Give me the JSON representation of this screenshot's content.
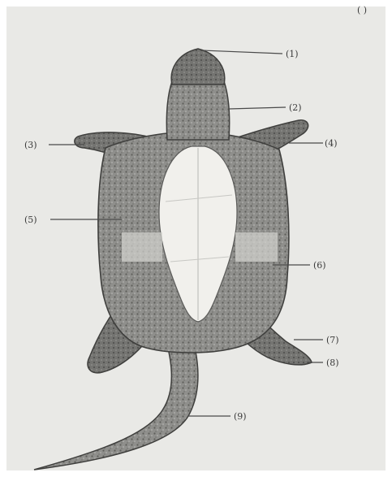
{
  "figure": {
    "corner_mark": "( )",
    "labels": [
      {
        "id": "head",
        "text": "(1)"
      },
      {
        "id": "neck",
        "text": "(2)"
      },
      {
        "id": "forelimb-left",
        "text": "(3)"
      },
      {
        "id": "forelimb-right",
        "text": "(4)"
      },
      {
        "id": "carapace",
        "text": "(5)"
      },
      {
        "id": "plastron-bridge",
        "text": "(6)"
      },
      {
        "id": "hindlimb",
        "text": "(7)"
      },
      {
        "id": "claw",
        "text": "(8)"
      },
      {
        "id": "tail",
        "text": "(9)"
      }
    ]
  },
  "colors": {
    "paper": "#e9e9e6",
    "body": "#8f8f8c",
    "plastron": "#f1f0ec",
    "ink": "#3a3a3a"
  }
}
